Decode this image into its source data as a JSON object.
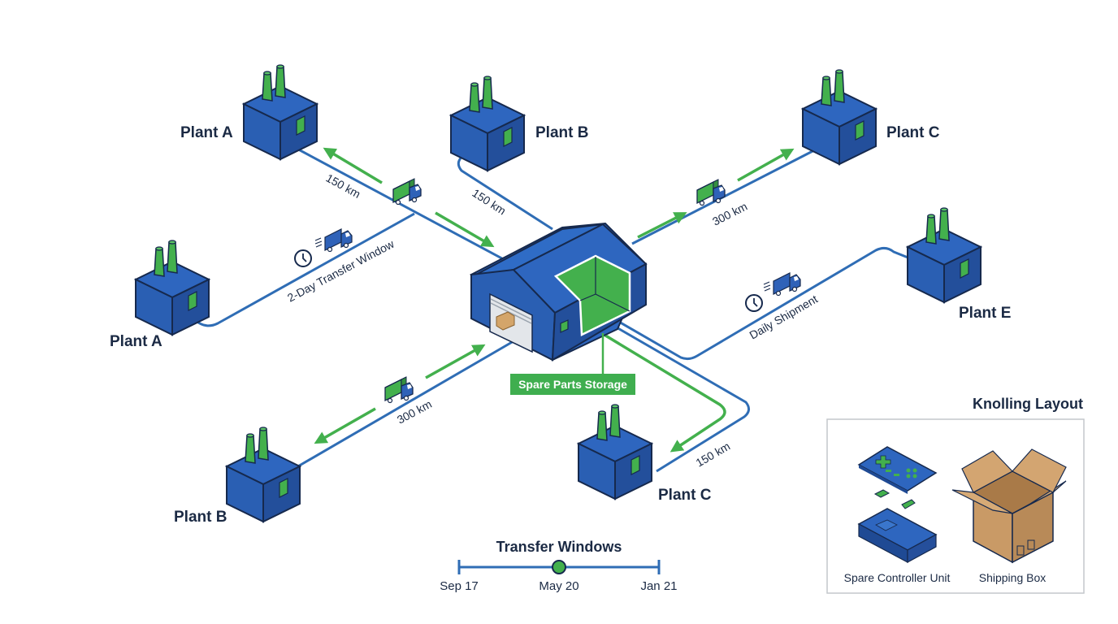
{
  "hub": {
    "label": "Spare Parts Storage",
    "label_bg": "#3fae4f"
  },
  "plants": [
    {
      "id": "plant-a-top",
      "label": "Plant A"
    },
    {
      "id": "plant-b-top",
      "label": "Plant B"
    },
    {
      "id": "plant-c-top",
      "label": "Plant C"
    },
    {
      "id": "plant-a-left",
      "label": "Plant A"
    },
    {
      "id": "plant-e",
      "label": "Plant E"
    },
    {
      "id": "plant-b-bottom",
      "label": "Plant B"
    },
    {
      "id": "plant-c-bottom",
      "label": "Plant C"
    }
  ],
  "routes": {
    "a_top_distance": "150 km",
    "b_top_distance": "150 km",
    "c_top_distance": "300 km",
    "a_left_note": "2-Day Transfer Window",
    "e_note": "Daily Shipment",
    "b_bottom_distance": "300 km",
    "c_bottom_distance": "150 km"
  },
  "timeline": {
    "title": "Transfer Windows",
    "start": "Sep 17",
    "marker": "May 20",
    "end": "Jan 21"
  },
  "knolling": {
    "title": "Knolling Layout",
    "items": [
      {
        "label": "Spare Controller Unit"
      },
      {
        "label": "Shipping Box"
      }
    ]
  },
  "colors": {
    "blue": "#2f62b8",
    "green": "#43b04d",
    "text": "#1b2a44"
  }
}
